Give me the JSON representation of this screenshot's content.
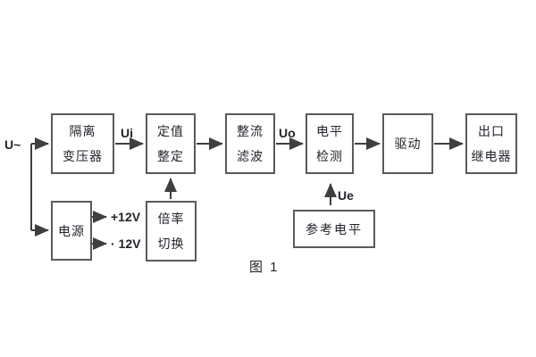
{
  "figure": {
    "caption": "图 1"
  },
  "blocks": {
    "isolation": {
      "line1": "隔离",
      "line2": "变压器"
    },
    "setpoint": {
      "line1": "定值",
      "line2": "整定"
    },
    "rectifier": {
      "line1": "整流",
      "line2": "滤波"
    },
    "level": {
      "line1": "电平",
      "line2": "检测"
    },
    "drive": {
      "line1": "驱动"
    },
    "relay": {
      "line1": "出口",
      "line2": "继电器"
    },
    "power": {
      "line1": "电源"
    },
    "ratio": {
      "line1": "倍率",
      "line2": "切换"
    },
    "reference": {
      "line1": "参考电平"
    }
  },
  "signals": {
    "input": "U~",
    "ui": "Ui",
    "uo": "Uo",
    "ue": "Ue",
    "plus12": "+12V",
    "minus12": "· 12V"
  },
  "colors": {
    "background": "#ffffff",
    "border": "#5a5a5a",
    "line": "#3f3f3f",
    "text": "#23232b"
  }
}
